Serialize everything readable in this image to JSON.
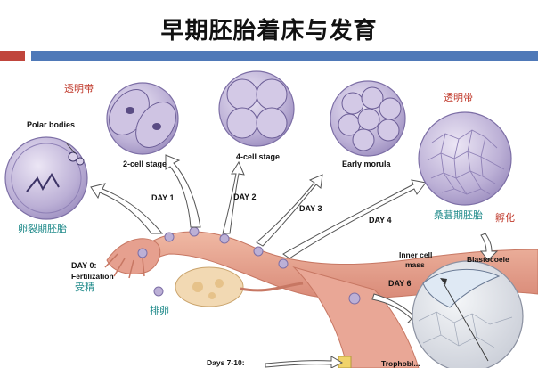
{
  "page_title": "早期胚胎着床与发育",
  "header": {
    "accent_red": "#c0453c",
    "accent_blue": "#4f79b8"
  },
  "labels": {
    "zona_pellucida_left": "透明带",
    "polar_bodies": "Polar bodies",
    "two_cell": "2-cell stage",
    "four_cell": "4-cell stage",
    "early_morula": "Early morula",
    "zona_pellucida_right": "透明带",
    "cleavage_embryo": "卵裂期胚胎",
    "morula_embryo": "桑葚期胚胎",
    "hatching": "孵化",
    "day1": "DAY 1",
    "day2": "DAY 2",
    "day3": "DAY 3",
    "day4": "DAY 4",
    "day0": "DAY 0:",
    "fertilization": "Fertilization",
    "fertilization_cn": "受精",
    "ovulation_cn": "排卵",
    "inner_cell_mass_1": "Inner cell",
    "inner_cell_mass_2": "mass",
    "blastocoele": "Blastocoele",
    "day6": "DAY 6",
    "days_7_10": "Days 7-10:",
    "trophoblast": "Trophobl..."
  }
}
